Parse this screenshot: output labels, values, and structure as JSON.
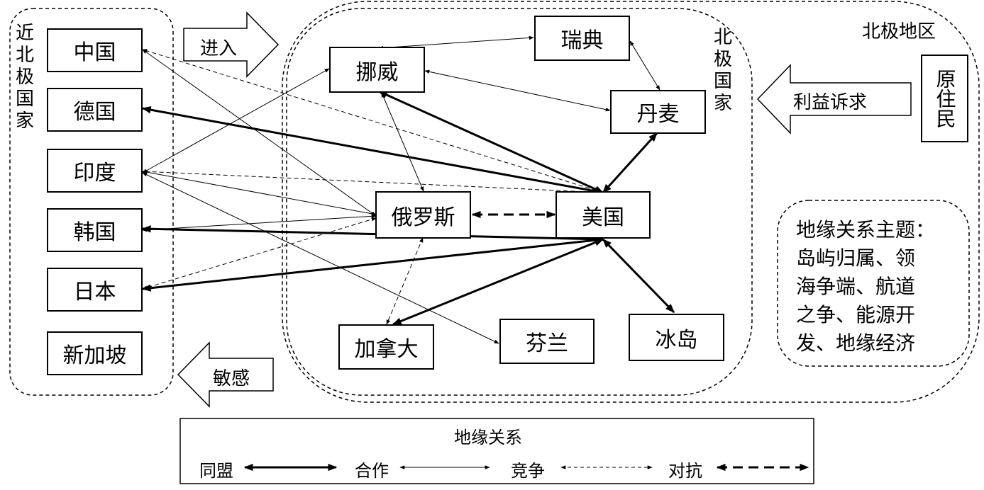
{
  "near_arctic": {
    "title": "近北极国家",
    "countries": [
      "中国",
      "德国",
      "印度",
      "韩国",
      "日本",
      "新加坡"
    ]
  },
  "arctic_region": {
    "title": "北极地区",
    "arctic_states_title": "北极国家",
    "countries": {
      "norway": "挪威",
      "sweden": "瑞典",
      "denmark": "丹麦",
      "russia": "俄罗斯",
      "usa": "美国",
      "canada": "加拿大",
      "finland": "芬兰",
      "iceland": "冰岛"
    },
    "indigenous": "原住民"
  },
  "flow_arrows": {
    "enter": "进入",
    "sensitive": "敏感",
    "interests": "利益诉求"
  },
  "topic": {
    "line1": "地缘关系主题：",
    "line2": "岛屿归属、领",
    "line3": "海争端、航道",
    "line4": "之争、能源开",
    "line5": "发、地缘经济"
  },
  "legend": {
    "title": "地缘关系",
    "items": [
      {
        "label": "同盟",
        "style": "thick-solid"
      },
      {
        "label": "合作",
        "style": "thin-solid"
      },
      {
        "label": "竞争",
        "style": "thin-dashed"
      },
      {
        "label": "对抗",
        "style": "thick-dashed"
      }
    ]
  },
  "relations": [
    {
      "from": "usa",
      "to": "germany",
      "type": "同盟"
    },
    {
      "from": "usa",
      "to": "korea",
      "type": "同盟"
    },
    {
      "from": "usa",
      "to": "japan",
      "type": "同盟"
    },
    {
      "from": "usa",
      "to": "norway",
      "type": "同盟"
    },
    {
      "from": "usa",
      "to": "denmark",
      "type": "同盟"
    },
    {
      "from": "usa",
      "to": "canada",
      "type": "同盟"
    },
    {
      "from": "usa",
      "to": "iceland",
      "type": "同盟"
    },
    {
      "from": "norway",
      "to": "sweden",
      "type": "合作"
    },
    {
      "from": "sweden",
      "to": "denmark",
      "type": "合作"
    },
    {
      "from": "norway",
      "to": "denmark",
      "type": "合作"
    },
    {
      "from": "norway",
      "to": "russia",
      "type": "合作"
    },
    {
      "from": "norway",
      "to": "india",
      "type": "合作"
    },
    {
      "from": "russia",
      "to": "china",
      "type": "合作"
    },
    {
      "from": "russia",
      "to": "india",
      "type": "合作"
    },
    {
      "from": "russia",
      "to": "korea",
      "type": "合作"
    },
    {
      "from": "finland",
      "to": "india",
      "type": "合作"
    },
    {
      "from": "usa",
      "to": "china",
      "type": "竞争"
    },
    {
      "from": "usa",
      "to": "india",
      "type": "竞争"
    },
    {
      "from": "russia",
      "to": "japan",
      "type": "竞争"
    },
    {
      "from": "russia",
      "to": "canada",
      "type": "竞争"
    },
    {
      "from": "russia",
      "to": "usa",
      "type": "对抗"
    }
  ]
}
